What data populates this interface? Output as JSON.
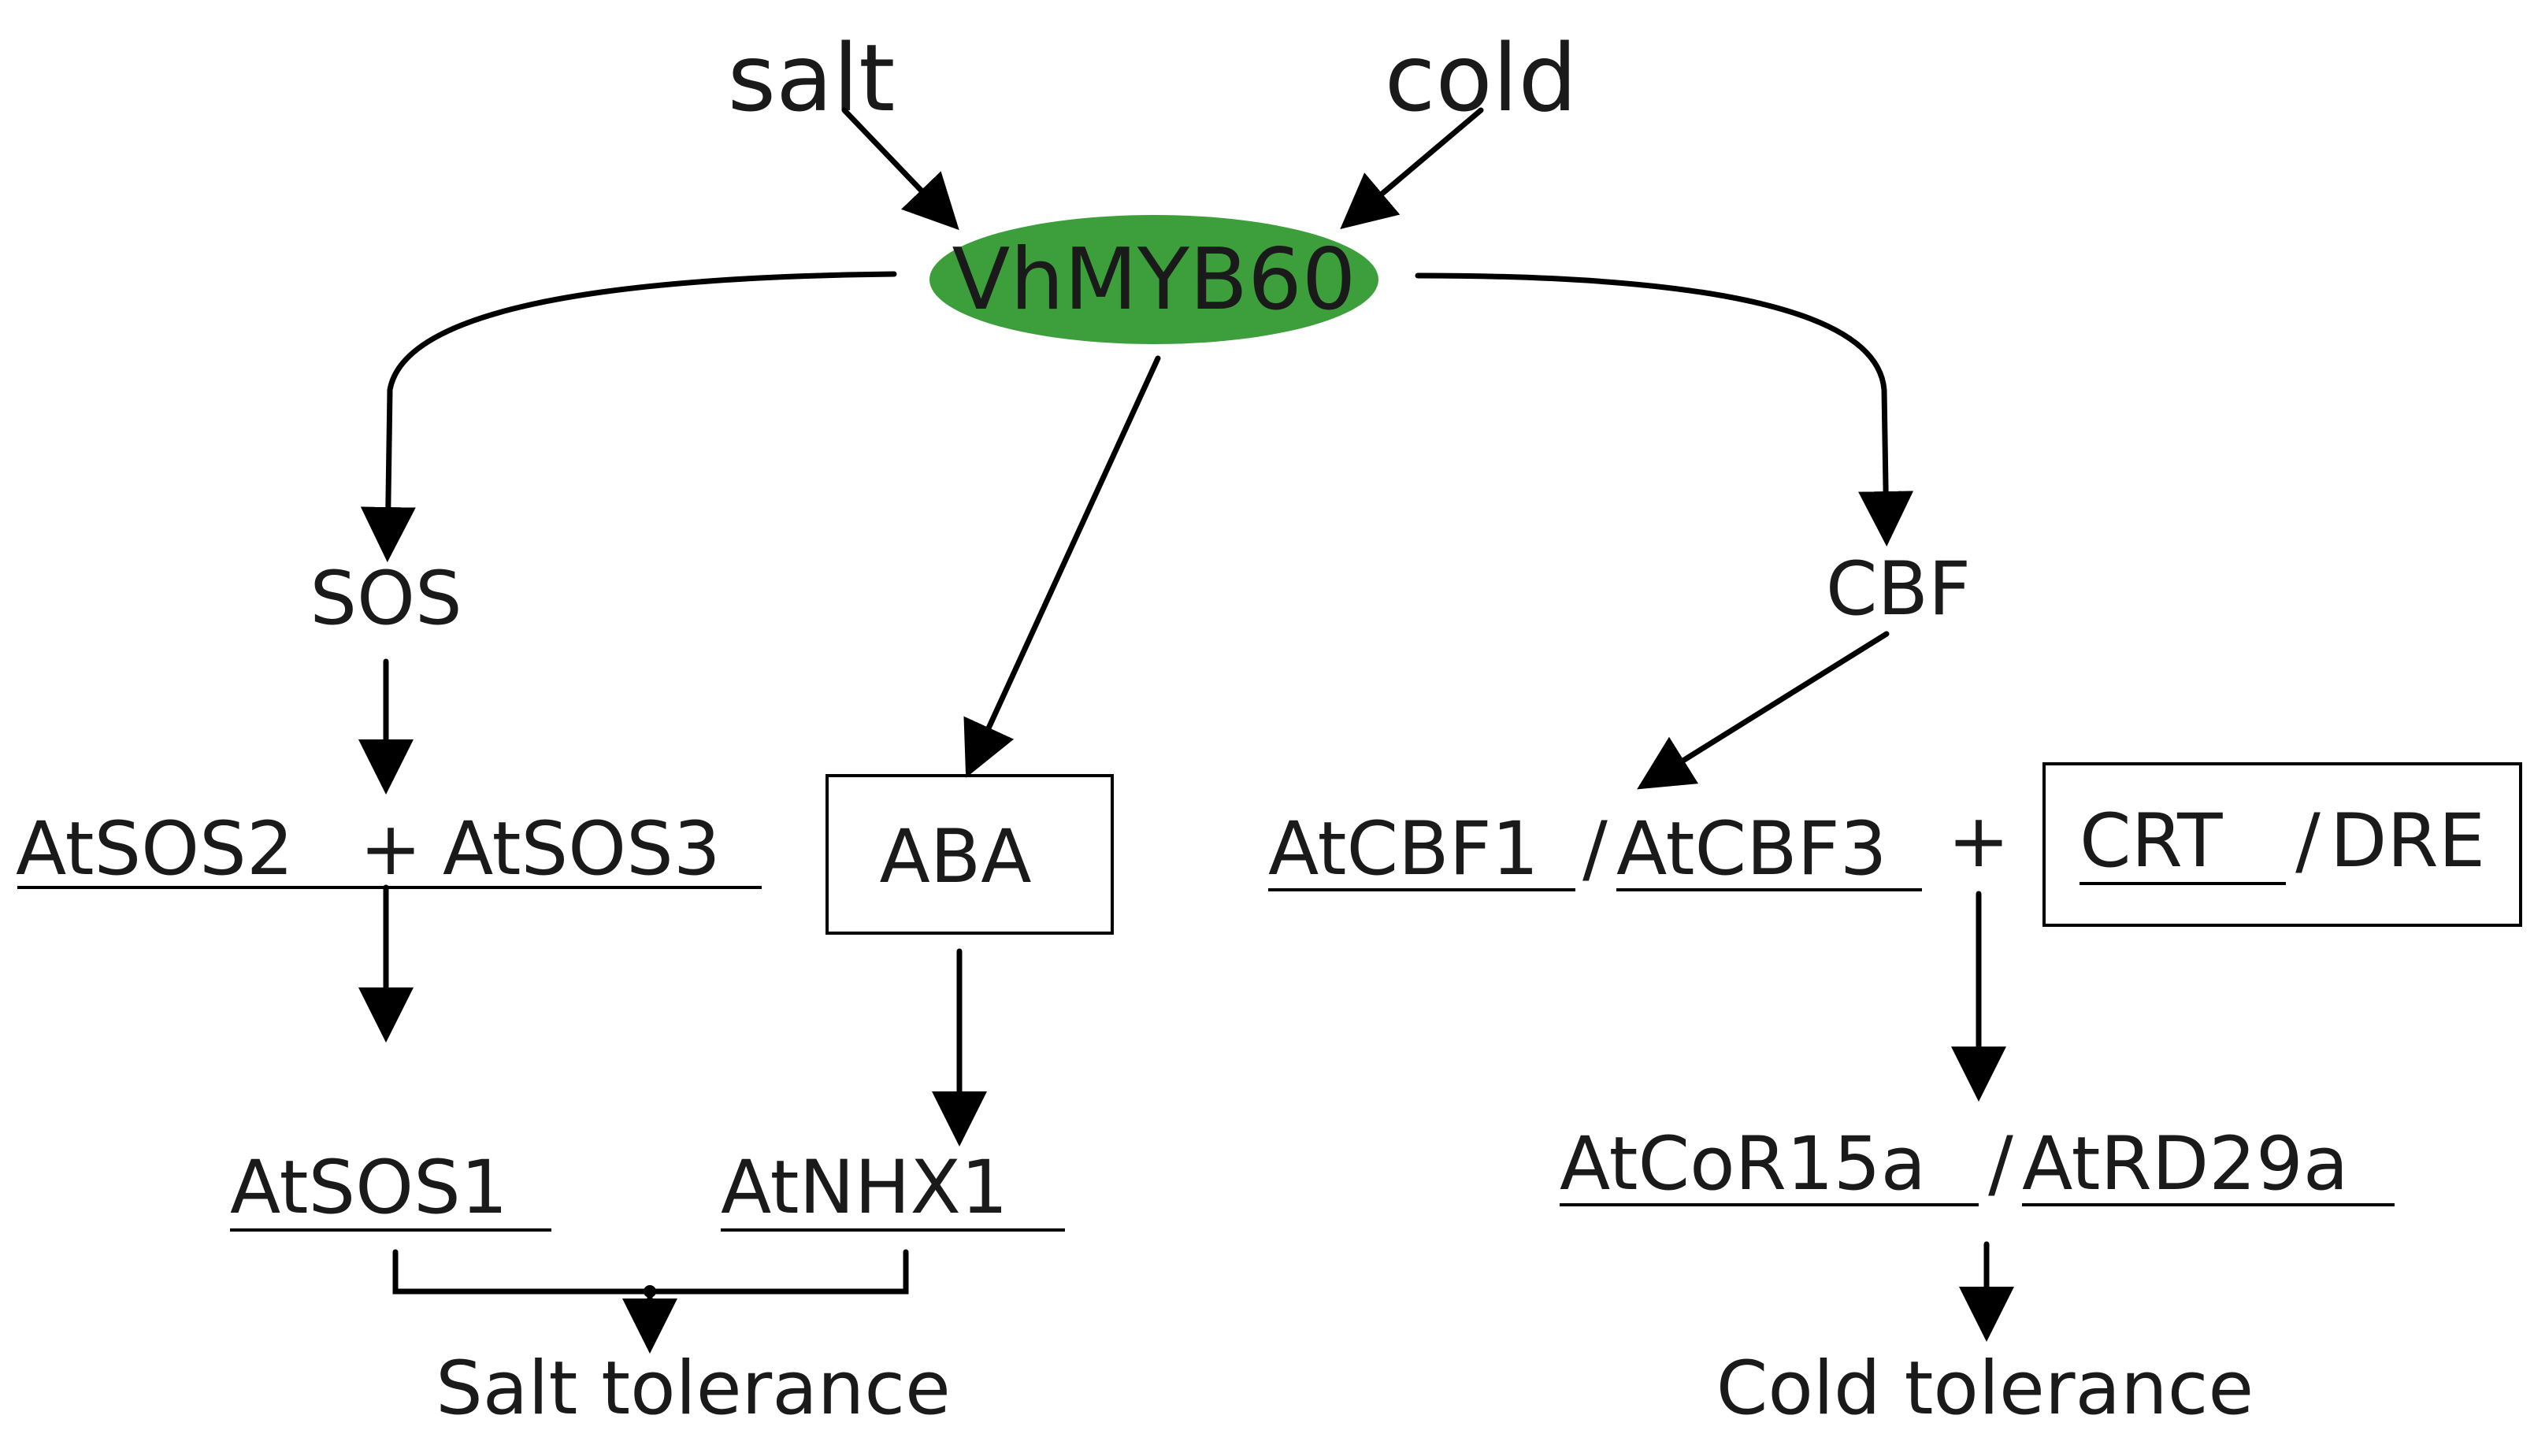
{
  "inputs": {
    "salt": "salt",
    "cold": "cold"
  },
  "center": {
    "label": "VhMYB60",
    "color": "#3c9f3c"
  },
  "pathways": {
    "sos": "SOS",
    "cbf": "CBF",
    "sos2": "AtSOS2",
    "sos3": "AtSOS3",
    "plus": "+",
    "aba": "ABA",
    "cbf1": "AtCBF1",
    "cbf3": "AtCBF3",
    "slash": "/",
    "crt": "CRT",
    "dre": "DRE",
    "sos1": "AtSOS1",
    "nhx1": "AtNHX1",
    "cor15a": "AtCoR15a",
    "rd29a": "AtRD29a"
  },
  "outputs": {
    "salt_tolerance": "Salt tolerance",
    "cold_tolerance": "Cold tolerance"
  }
}
